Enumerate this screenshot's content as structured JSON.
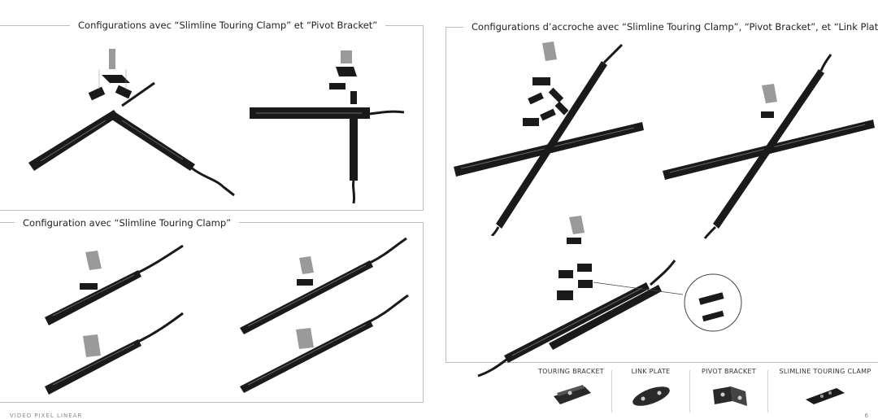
{
  "panels": {
    "pivot_title": "Configurations avec “Slimline Touring Clamp” et “Pivot Bracket”",
    "clamp_title": "Configuration avec “Slimline Touring Clamp”",
    "link_title": "Configurations d’accroche avec “Slimline Touring Clamp”, “Pivot Bracket”, et “Link Plate”"
  },
  "parts": [
    {
      "label": "TOURING BRACKET",
      "icon": "touring-bracket-icon"
    },
    {
      "label": "LINK PLATE",
      "icon": "link-plate-icon"
    },
    {
      "label": "PIVOT BRACKET",
      "icon": "pivot-bracket-icon"
    },
    {
      "label": "SLIMLINE TOURING CLAMP",
      "icon": "slimline-touring-clamp-icon"
    }
  ],
  "footer": {
    "text": "VIDEO PIXEL LINEAR",
    "page": "6"
  },
  "colors": {
    "bar": "#1a1a1a",
    "line": "#bdbdbd",
    "clamp": "#9a9a9a"
  }
}
